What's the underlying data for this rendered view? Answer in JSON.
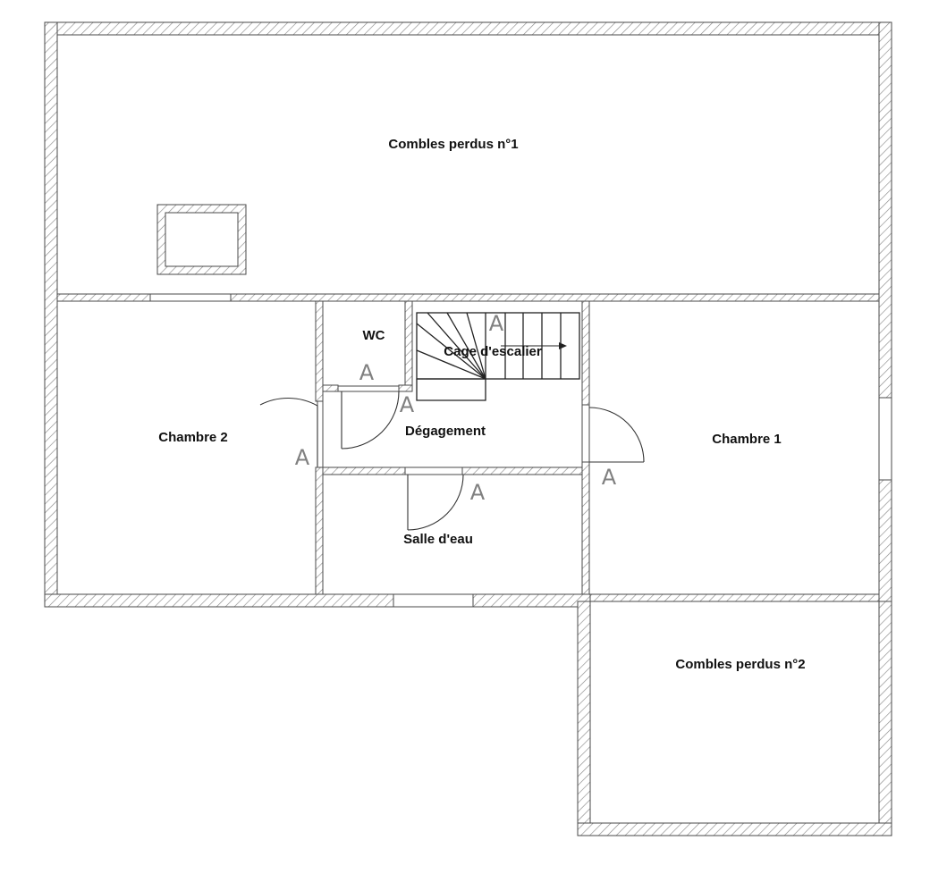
{
  "colors": {
    "wall_stroke": "#4a4a4a",
    "hatch": "#8a8a8a",
    "door_stroke": "#333333",
    "door_mark": "#808080",
    "label": "#111111"
  },
  "rooms": {
    "combles_1": "Combles perdus n°1",
    "wc": "WC",
    "cage_escalier": "Cage d'escalier",
    "chambre_2": "Chambre 2",
    "degagement": "Dégagement",
    "chambre_1": "Chambre 1",
    "salle_eau": "Salle d'eau",
    "combles_2": "Combles perdus n°2"
  },
  "door_marks": {
    "wc": "A",
    "stair_top": "A",
    "degagement": "A",
    "chambre_2": "A",
    "salle_eau": "A",
    "chambre_1": "A"
  }
}
